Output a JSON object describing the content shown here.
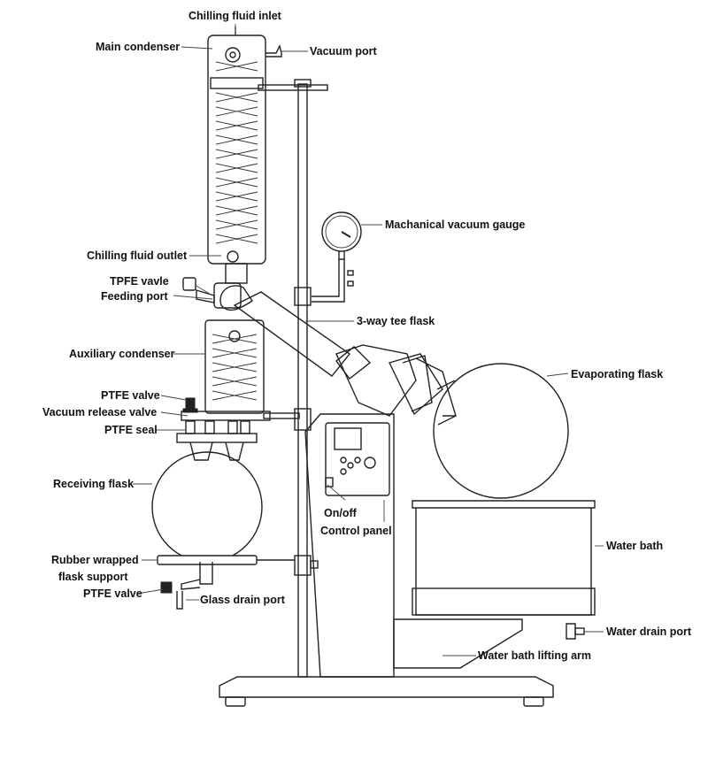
{
  "labels": {
    "chilling_fluid_inlet": "Chilling fluid inlet",
    "main_condenser": "Main condenser",
    "vacuum_port": "Vacuum port",
    "vacuum_gauge": "Machanical vacuum gauge",
    "chilling_fluid_outlet": "Chilling fluid outlet",
    "tpfe_valve": "TPFE vavle",
    "feeding_port": "Feeding port",
    "three_way_tee": "3-way tee flask",
    "auxiliary_condenser": "Auxiliary condenser",
    "evaporating_flask": "Evaporating flask",
    "ptfe_valve_top": "PTFE valve",
    "vacuum_release_valve": "Vacuum release valve",
    "ptfe_seal": "PTFE seal",
    "receiving_flask": "Receiving flask",
    "on_off": "On/off",
    "control_panel": "Control panel",
    "water_bath": "Water bath",
    "rubber_wrapped_1": "Rubber wrapped",
    "rubber_wrapped_2": "flask support",
    "ptfe_valve_bottom": "PTFE valve",
    "glass_drain_port": "Glass drain port",
    "water_drain_port": "Water drain port",
    "water_bath_lifting_arm": "Water bath lifting arm"
  }
}
